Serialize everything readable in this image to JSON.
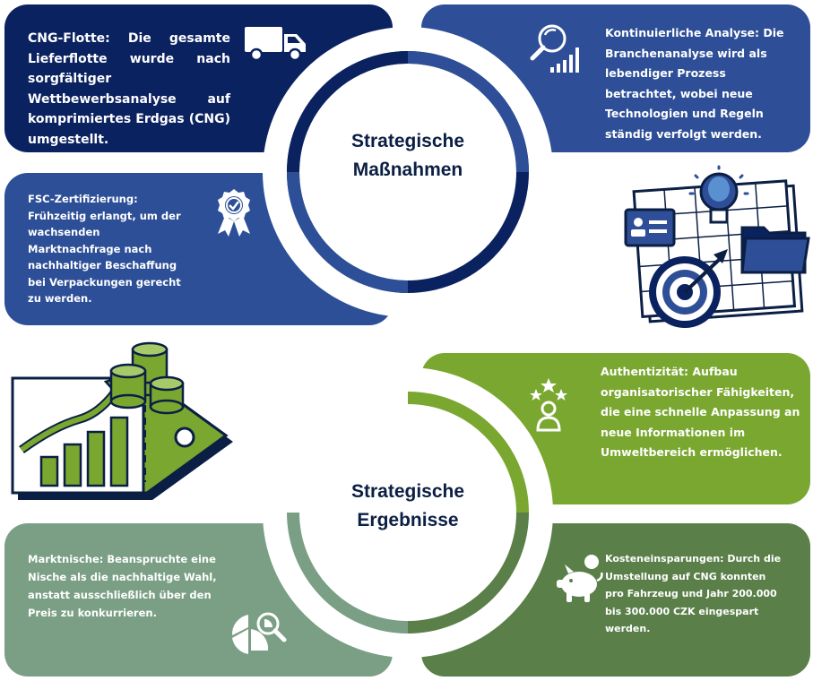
{
  "sections": {
    "measures_title_line1": "Strategische",
    "measures_title_line2": "Maßnahmen",
    "results_title_line1": "Strategische",
    "results_title_line2": "Ergebnisse"
  },
  "panels": {
    "cng": {
      "text": "CNG-Flotte: Die gesamte Lieferflotte wurde nach sorgfältiger Wettbewerbsanalyse auf komprimiertes Erdgas (CNG) umgestellt.",
      "icon": "truck-icon"
    },
    "analysis": {
      "text": "Kontinuierliche Analyse: Die Branchenanalyse wird als lebendiger Prozess betrachtet, wobei neue Technologien und Regeln ständig verfolgt werden.",
      "icon": "magnifier-chart-icon"
    },
    "fsc": {
      "text": "FSC-Zertifizierung: Frühzeitig erlangt, um der wachsenden Marktnachfrage nach nachhaltiger Beschaffung bei Verpackungen gerecht zu werden.",
      "icon": "certificate-badge-icon"
    },
    "authenticity": {
      "text": "Authentizität: Aufbau organisatorischer Fähigkeiten, die eine schnelle Anpassung an neue Informationen im Umweltbereich ermöglichen.",
      "icon": "person-stars-icon"
    },
    "niche": {
      "text": "Marktnische: Beanspruchte eine Nische als die nachhaltige Wahl, anstatt ausschließlich über den Preis zu konkurrieren.",
      "icon": "pie-chart-magnifier-icon"
    },
    "savings": {
      "text": "Kosteneinsparungen: Durch die Umstellung auf CNG konnten pro Fahrzeug und Jahr 200.000 bis 300.000 CZK eingespart werden.",
      "icon": "piggy-bank-icon"
    }
  },
  "colors": {
    "navy": "#0b2260",
    "blue": "#2e4f97",
    "green": "#79a72f",
    "sage": "#7a9f84",
    "forest": "#5a7f49"
  }
}
